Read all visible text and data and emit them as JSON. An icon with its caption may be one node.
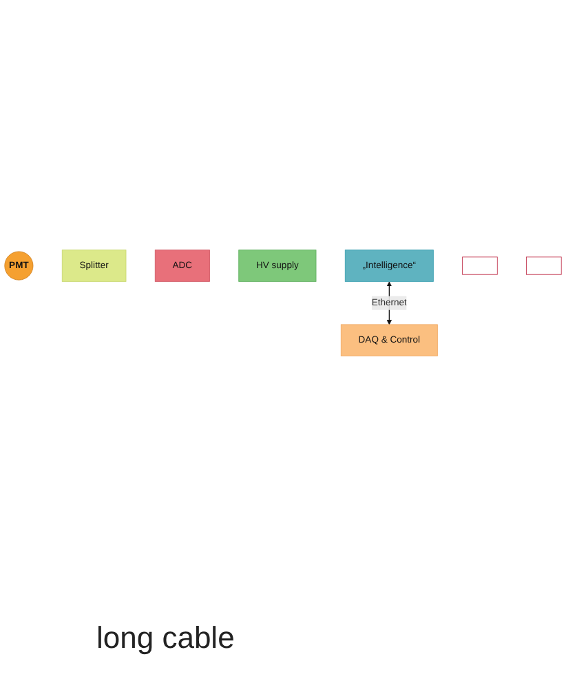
{
  "diagram": {
    "nodes": [
      {
        "text": [
          "PMT"
        ]
      },
      {
        "text": [
          "Splitter"
        ]
      },
      {
        "text": [
          "ADC"
        ]
      },
      {
        "text": [
          "HV supply"
        ]
      },
      {
        "text": [
          "„Intelligence“"
        ]
      },
      {
        "text": [],
        "shape": "box"
      },
      {
        "text": [],
        "shape": "box"
      },
      {
        "text": [
          "DAQ & Control"
        ]
      }
    ],
    "edges": [
      {
        "from": 4,
        "to": 7,
        "label": "Ethernet",
        "arrow": "both"
      }
    ],
    "labels": [
      "long cable"
    ]
  }
}
